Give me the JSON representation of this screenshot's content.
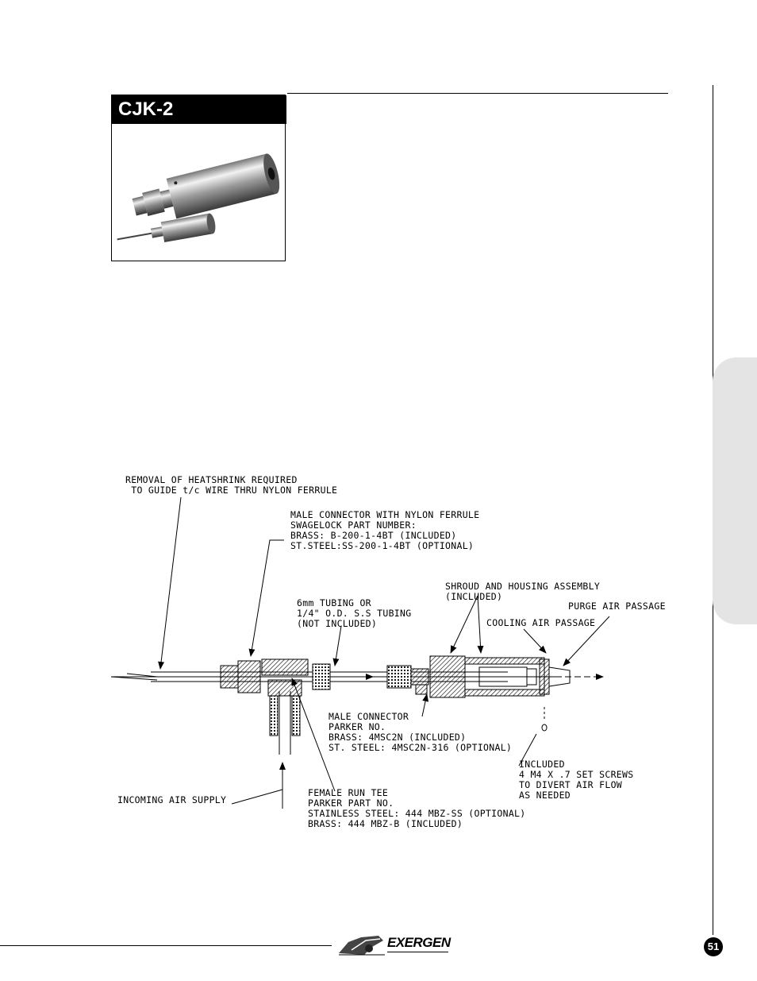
{
  "product": {
    "title": "CJK-2",
    "photo_description": "cjk-2-product-photo"
  },
  "diagram": {
    "labels": {
      "heatshrink": "REMOVAL OF HEATSHRINK REQUIRED\n TO GUIDE t/c WIRE THRU NYLON FERRULE",
      "male_connector_nylon": "MALE CONNECTOR WITH NYLON FERRULE\nSWAGELOCK PART NUMBER:\nBRASS: B-200-1-4BT (INCLUDED)\nST.STEEL:SS-200-1-4BT (OPTIONAL)",
      "shroud": "SHROUD AND HOUSING ASSEMBLY\n(INCLUDED)",
      "tubing": "6mm TUBING OR\n1/4\" O.D. S.S TUBING\n(NOT INCLUDED)",
      "purge": "PURGE AIR PASSAGE",
      "cooling": "COOLING AIR PASSAGE",
      "male_connector_parker": "MALE CONNECTOR\nPARKER NO.\nBRASS: 4MSC2N (INCLUDED)\nST. STEEL: 4MSC2N-316 (OPTIONAL)",
      "set_screws": "INCLUDED\n4 M4 X .7 SET SCREWS\nTO DIVERT AIR FLOW\nAS NEEDED",
      "incoming_air": "INCOMING AIR SUPPLY",
      "female_tee": "FEMALE RUN TEE\nPARKER PART NO.\nSTAINLESS STEEL: 444 MBZ-SS (OPTIONAL)\nBRASS: 444 MBZ-B (INCLUDED)"
    }
  },
  "footer": {
    "brand": "EXERGEN",
    "page_number": "51"
  },
  "colors": {
    "tab_gray": "#e4e4e4",
    "title_bg": "#000000"
  }
}
